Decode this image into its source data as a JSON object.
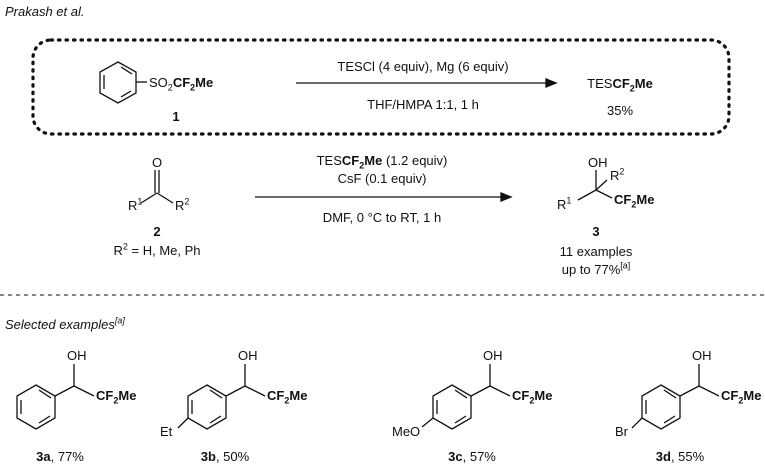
{
  "header": {
    "attribution": "Prakash et al."
  },
  "reaction1": {
    "reagent_group": "SO",
    "reagent_sub": "2",
    "reagent_cf": "CF",
    "reagent_cf_sub": "2",
    "reagent_me": "Me",
    "reagent_number": "1",
    "conditions_top": "TESCl (4 equiv), Mg (6 equiv)",
    "conditions_bottom": "THF/HMPA 1:1, 1 h",
    "product_prefix": "TES",
    "product_cf": "CF",
    "product_cf_sub": "2",
    "product_me": "Me",
    "yield": "35%"
  },
  "reaction2": {
    "carbonyl_o": "O",
    "substituent_r": "R",
    "substituent_r1_sup": "1",
    "substituent_r2_sup": "2",
    "substrate_number": "2",
    "substituents_note": "R",
    "substituents_note_sup": "2",
    "substituents_note_rest": " = H, Me, Ph",
    "reagent_prefix": "TES",
    "reagent_cf": "CF",
    "reagent_cf_sub": "2",
    "reagent_me": "Me",
    "reagent_amount": " (1.2 equiv)",
    "additive": "CsF (0.1 equiv)",
    "conditions": "DMF, 0 °C to RT, 1 h",
    "product_oh": "OH",
    "product_number": "3",
    "examples": "11 examples",
    "yield_text": "up to 77%",
    "yield_footnote": "[a]"
  },
  "selected": {
    "title": "Selected examples",
    "title_footnote": "[a]",
    "items": [
      {
        "number": "3a",
        "yield": ", 77%",
        "oh": "OH",
        "cf": "CF",
        "cf_sub": "2",
        "me": "Me",
        "para": ""
      },
      {
        "number": "3b",
        "yield": ", 50%",
        "oh": "OH",
        "cf": "CF",
        "cf_sub": "2",
        "me": "Me",
        "para": "Et"
      },
      {
        "number": "3c",
        "yield": ", 57%",
        "oh": "OH",
        "cf": "CF",
        "cf_sub": "2",
        "me": "Me",
        "para": "MeO"
      },
      {
        "number": "3d",
        "yield": ", 55%",
        "oh": "OH",
        "cf": "CF",
        "cf_sub": "2",
        "me": "Me",
        "para": "Br"
      }
    ]
  }
}
